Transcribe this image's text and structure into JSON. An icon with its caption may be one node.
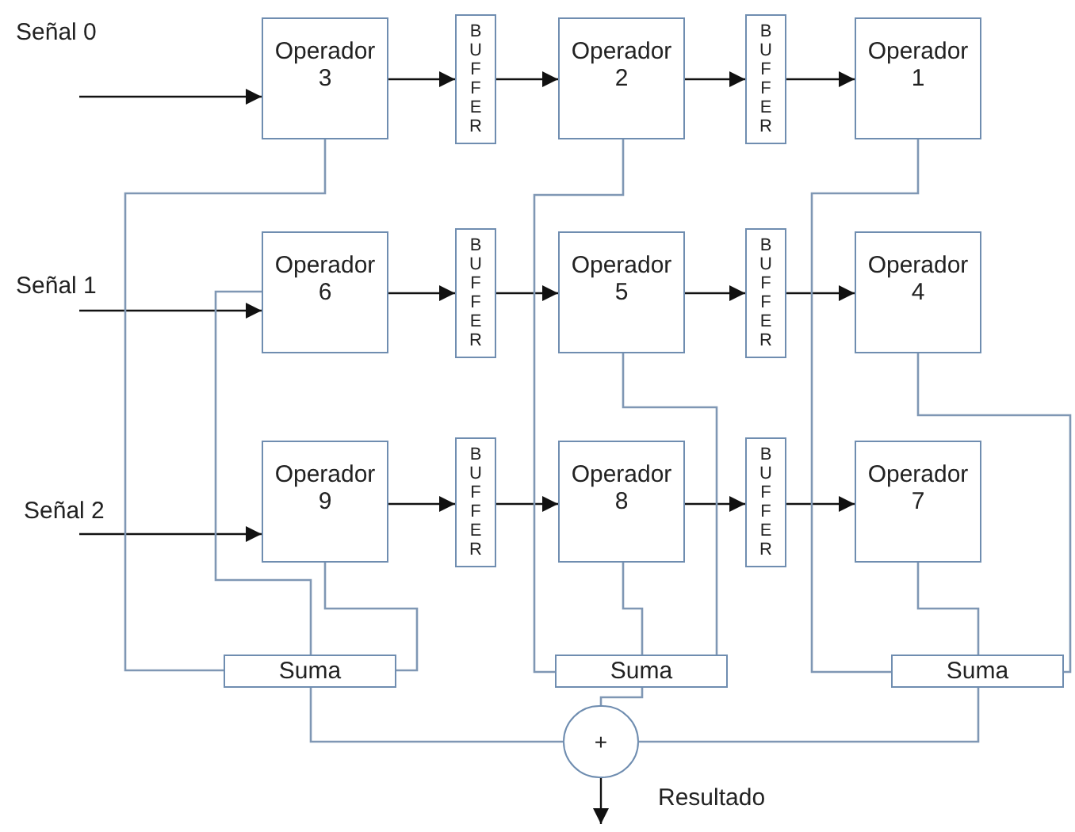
{
  "diagram": {
    "nodes": [
      {
        "text": [
          "Operador 3"
        ]
      },
      {
        "text": [
          "BUFFER"
        ]
      },
      {
        "text": [
          "Operador 2"
        ]
      },
      {
        "text": [
          "BUFFER"
        ]
      },
      {
        "text": [
          "Operador 1"
        ]
      },
      {
        "text": [
          "Operador 6"
        ]
      },
      {
        "text": [
          "BUFFER"
        ]
      },
      {
        "text": [
          "Operador 5"
        ]
      },
      {
        "text": [
          "BUFFER"
        ]
      },
      {
        "text": [
          "Operador 4"
        ]
      },
      {
        "text": [
          "Operador 9"
        ]
      },
      {
        "text": [
          "BUFFER"
        ]
      },
      {
        "text": [
          "Operador 8"
        ]
      },
      {
        "text": [
          "BUFFER"
        ]
      },
      {
        "text": [
          "Operador 7"
        ]
      },
      {
        "text": [
          "Suma"
        ]
      },
      {
        "text": [
          "Suma"
        ]
      },
      {
        "text": [
          "Suma"
        ]
      },
      {
        "text": [
          "+"
        ],
        "beside": [
          "Resultado"
        ]
      }
    ],
    "edges": [
      {
        "from": null,
        "to": 0,
        "arrow": "to"
      },
      {
        "from": 0,
        "to": 1,
        "arrow": "to"
      },
      {
        "from": 1,
        "to": 2,
        "arrow": "to"
      },
      {
        "from": 2,
        "to": 3,
        "arrow": "to"
      },
      {
        "from": 3,
        "to": 4,
        "arrow": "to"
      },
      {
        "from": null,
        "to": 5,
        "arrow": "to"
      },
      {
        "from": 5,
        "to": 6,
        "arrow": "to"
      },
      {
        "from": 6,
        "to": 7,
        "arrow": "to"
      },
      {
        "from": 7,
        "to": 8,
        "arrow": "to"
      },
      {
        "from": 8,
        "to": 9,
        "arrow": "to"
      },
      {
        "from": null,
        "to": 10,
        "arrow": "to"
      },
      {
        "from": 10,
        "to": 11,
        "arrow": "to"
      },
      {
        "from": 11,
        "to": 12,
        "arrow": "to"
      },
      {
        "from": 12,
        "to": 13,
        "arrow": "to"
      },
      {
        "from": 13,
        "to": 14,
        "arrow": "to"
      },
      {
        "from": 0,
        "to": 15,
        "arrow": "none",
        "color": "#7f97b4"
      },
      {
        "from": 5,
        "to": 15,
        "arrow": "none",
        "color": "#7f97b4"
      },
      {
        "from": 10,
        "to": 15,
        "arrow": "none",
        "color": "#7f97b4"
      },
      {
        "from": 2,
        "to": 16,
        "arrow": "none",
        "color": "#7f97b4"
      },
      {
        "from": 7,
        "to": 16,
        "arrow": "none",
        "color": "#7f97b4"
      },
      {
        "from": 12,
        "to": 16,
        "arrow": "none",
        "color": "#7f97b4"
      },
      {
        "from": 4,
        "to": 17,
        "arrow": "none",
        "color": "#7f97b4"
      },
      {
        "from": 9,
        "to": 17,
        "arrow": "none",
        "color": "#7f97b4"
      },
      {
        "from": 14,
        "to": 17,
        "arrow": "none",
        "color": "#7f97b4"
      },
      {
        "from": 15,
        "to": 18,
        "arrow": "none",
        "color": "#7f97b4"
      },
      {
        "from": 16,
        "to": 18,
        "arrow": "none",
        "color": "#7f97b4"
      },
      {
        "from": 17,
        "to": 18,
        "arrow": "none",
        "color": "#7f97b4"
      },
      {
        "from": 18,
        "to": null,
        "arrow": "to"
      }
    ],
    "labels": [
      "Señal 0",
      "Señal 1",
      "Señal 2"
    ]
  }
}
